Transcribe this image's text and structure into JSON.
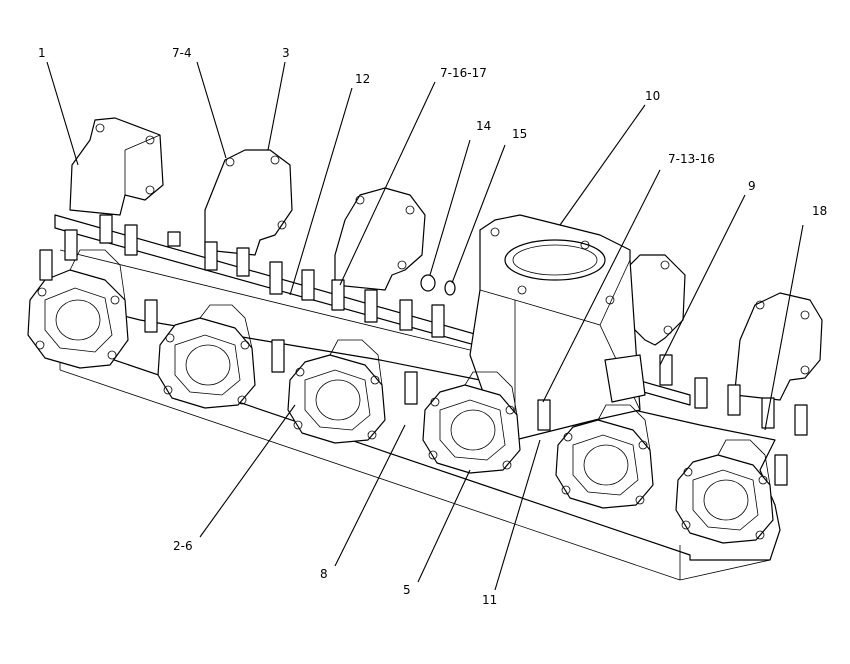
{
  "diagram": {
    "callouts": [
      {
        "id": "c1",
        "label": "1"
      },
      {
        "id": "c2",
        "label": "7-4"
      },
      {
        "id": "c3",
        "label": "3"
      },
      {
        "id": "c4",
        "label": "12"
      },
      {
        "id": "c5",
        "label": "7-16-17"
      },
      {
        "id": "c6",
        "label": "14"
      },
      {
        "id": "c7",
        "label": "15"
      },
      {
        "id": "c8",
        "label": "10"
      },
      {
        "id": "c9",
        "label": "7-13-16"
      },
      {
        "id": "c10",
        "label": "9"
      },
      {
        "id": "c11",
        "label": "18"
      },
      {
        "id": "c12",
        "label": "2-6"
      },
      {
        "id": "c13",
        "label": "8"
      },
      {
        "id": "c14",
        "label": "5"
      },
      {
        "id": "c15",
        "label": "11"
      }
    ]
  }
}
